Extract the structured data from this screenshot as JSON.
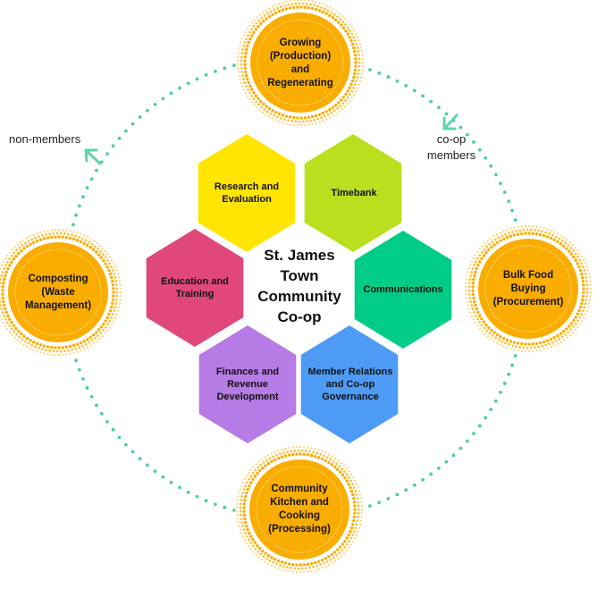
{
  "diagram": {
    "center": {
      "title": "St. James\nTown\nCommunity\nCo-op"
    },
    "hexagons": [
      {
        "id": "research",
        "label": "Research and\nEvaluation",
        "color": "#FFE500"
      },
      {
        "id": "timebank",
        "label": "Timebank",
        "color": "#BADF1E"
      },
      {
        "id": "communications",
        "label": "Communications",
        "color": "#00CC88"
      },
      {
        "id": "member-relations",
        "label": "Member Relations\nand Co-op\nGovernance",
        "color": "#4E9BF5"
      },
      {
        "id": "finances",
        "label": "Finances and\nRevenue\nDevelopment",
        "color": "#B77BE6"
      },
      {
        "id": "education",
        "label": "Education and\nTraining",
        "color": "#E0487C"
      }
    ],
    "circles": [
      {
        "id": "growing",
        "label": "Growing\n(Production)\nand\nRegenerating"
      },
      {
        "id": "bulk-food",
        "label": "Bulk Food\nBuying\n(Procurement)"
      },
      {
        "id": "kitchen",
        "label": "Community\nKitchen and\nCooking\n(Processing)"
      },
      {
        "id": "composting",
        "label": "Composting\n(Waste\nManagement)"
      }
    ],
    "annotations": {
      "non_members": "non-members",
      "coop_members": "co-op\nmembers"
    },
    "colors": {
      "circle_fill": "#F9AD00",
      "halo_dots": "#F9AD00",
      "ring_dots": "#4FCDA0",
      "arrow": "#5CD6A6",
      "inner_ring": "#FFF3C8"
    }
  }
}
